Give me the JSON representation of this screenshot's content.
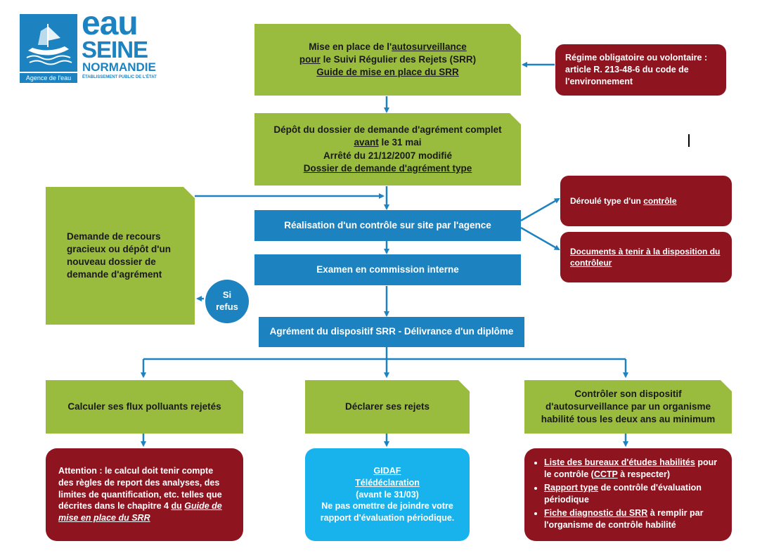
{
  "logo": {
    "word1": "eau",
    "word2": "SEINE",
    "word3": "NORMANDIE",
    "badge": "Agence de l'eau",
    "tagline": "ÉTABLISSEMENT PUBLIC DE L'ÉTAT",
    "color": "#1d82c0"
  },
  "colors": {
    "green": "#99bb3e",
    "blue": "#1d82c0",
    "dark_red": "#8e1420",
    "cyan": "#18b3ec",
    "arrow": "#1d82c0"
  },
  "step1": {
    "line1_a": "Mise en place de l'",
    "line1_b": "autosurveillance",
    "line2_a": "pour",
    "line2_b": " le Suivi Régulier des Rejets (SRR)",
    "line3": "Guide de mise en place du SRR"
  },
  "regime": {
    "line1": "Régime obligatoire ou volontaire :",
    "line2": "article  R. 213-48-6  du code de",
    "line3": "l'environnement"
  },
  "step2": {
    "line1": "Dépôt du dossier de demande d'agrément complet",
    "line2_a": "avant",
    "line2_b": " le 31 mai",
    "line3": "Arrêté du 21/12/2007 modifié",
    "line4": "Dossier de demande d'agrément type"
  },
  "recours": {
    "text": "Demande de recours gracieux ou dépôt d'un nouveau dossier de demande d'agrément"
  },
  "step3": {
    "label": "Réalisation d'un contrôle sur site par l'agence"
  },
  "deroule": {
    "text_a": "Déroulé type d'un ",
    "text_b": "contrôle"
  },
  "documents": {
    "text": "Documents à tenir à la disposition du contrôleur"
  },
  "step4": {
    "label": "Examen en commission interne"
  },
  "refus": {
    "line1": "Si",
    "line2": "refus"
  },
  "step5": {
    "label": "Agrément du dispositif SRR - Délivrance d'un diplôme"
  },
  "calc": {
    "label": "Calculer ses flux polluants rejetés"
  },
  "declarer": {
    "label": "Déclarer ses rejets"
  },
  "controler": {
    "label": "Contrôler son dispositif d'autosurveillance par un organisme habilité tous les deux ans au minimum"
  },
  "attention": {
    "text": "Attention : le calcul doit tenir compte des  règles de report des analyses, des limites de quantification, etc. telles que décrites dans le chapitre 4 ",
    "du": "du",
    "space": " ",
    "link": "Guide de mise en place du SRR"
  },
  "gidaf": {
    "line1": "GIDAF",
    "line2": "Télédéclaration",
    "line3": "(avant le 31/03)",
    "line4": "Ne pas omettre de joindre votre rapport d'évaluation périodique."
  },
  "liste": {
    "item1_a": "Liste des bureaux d'études habilités",
    "item1_b": " pour le contrôle (",
    "item1_c": "CCTP",
    "item1_d": " à respecter)",
    "item2_a": "Rapport type",
    "item2_b": " de contrôle d'évaluation périodique",
    "item3_a": "Fiche diagnostic du SRR",
    "item3_b": " à remplir par l'organisme de contrôle habilité"
  }
}
